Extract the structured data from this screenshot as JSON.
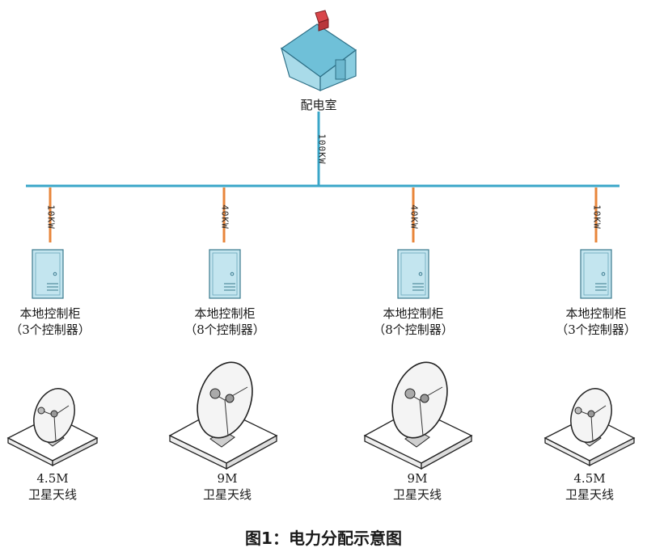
{
  "house_label": "配电室",
  "main_line_label": "100KW",
  "branches": [
    {
      "power": "10KW",
      "cabinet_title": "本地控制柜",
      "cabinet_sub": "（3个控制器）",
      "antenna_size": "4.5M",
      "antenna_label": "卫星天线"
    },
    {
      "power": "40KW",
      "cabinet_title": "本地控制柜",
      "cabinet_sub": "（8个控制器）",
      "antenna_size": "9M",
      "antenna_label": "卫星天线"
    },
    {
      "power": "40KW",
      "cabinet_title": "本地控制柜",
      "cabinet_sub": "（8个控制器）",
      "antenna_size": "9M",
      "antenna_label": "卫星天线"
    },
    {
      "power": "10KW",
      "cabinet_title": "本地控制柜",
      "cabinet_sub": "（3个控制器）",
      "antenna_size": "4.5M",
      "antenna_label": "卫星天线"
    }
  ],
  "caption": "图1：电力分配示意图",
  "colors": {
    "bus": "#3aa6c8",
    "branch": "#e8853a",
    "cabinet": "#bfe3ee",
    "house_roof": "#5ab4d0",
    "house_wall": "#9dd3e3",
    "chimney": "#d9464a"
  }
}
